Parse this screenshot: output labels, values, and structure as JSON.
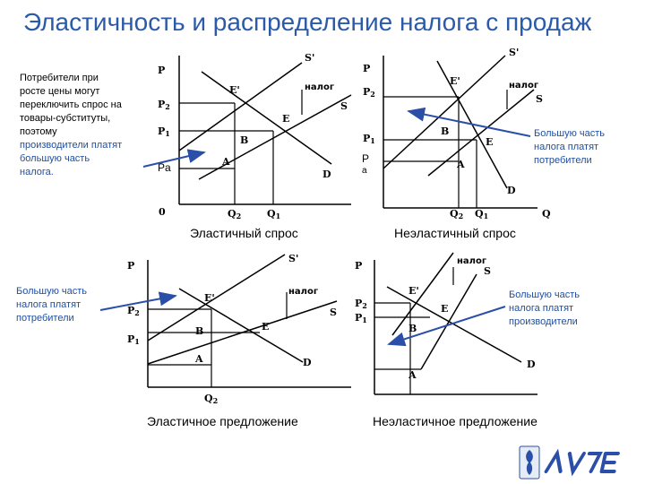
{
  "slide": {
    "title": "Эластичность и распределение налога с продаж"
  },
  "notes": {
    "tl_lines": [
      "Потребители при",
      "росте цены могут",
      "переключить спрос на",
      "товары-субституты,",
      "поэтому"
    ],
    "tl_blue_lines": [
      "производители платят",
      "большую часть",
      "налога."
    ],
    "tr_lines": [
      "Большую часть",
      "налога платят",
      "потребители"
    ],
    "bl_lines": [
      "Большую часть",
      "налога платят",
      "потребители"
    ],
    "br_lines": [
      "Большую часть",
      "налога платят",
      "производители"
    ]
  },
  "captions": {
    "tl": "Эластичный спрос",
    "tr": "Неэластичный спрос",
    "bl": "Эластичное предложение",
    "br": "Неэластичное предложение"
  },
  "labels": {
    "P": "P",
    "P1": "P",
    "P1_sub": "1",
    "P2": "P",
    "P2_sub": "2",
    "Q": "Q",
    "Q1": "Q",
    "Q1_sub": "1",
    "Q2": "Q",
    "Q2_sub": "2",
    "zero": "0",
    "S": "S",
    "S_tax": "S'",
    "D": "D",
    "E": "E",
    "E_tax": "E'",
    "A": "A",
    "B": "B",
    "tax": "налог",
    "Pa": "Pa",
    "Pa_P": "P",
    "Pa_a": "a"
  },
  "colors": {
    "title": "#2b5ba8",
    "arrow": "#2b4fa8",
    "ink": "#000000"
  }
}
